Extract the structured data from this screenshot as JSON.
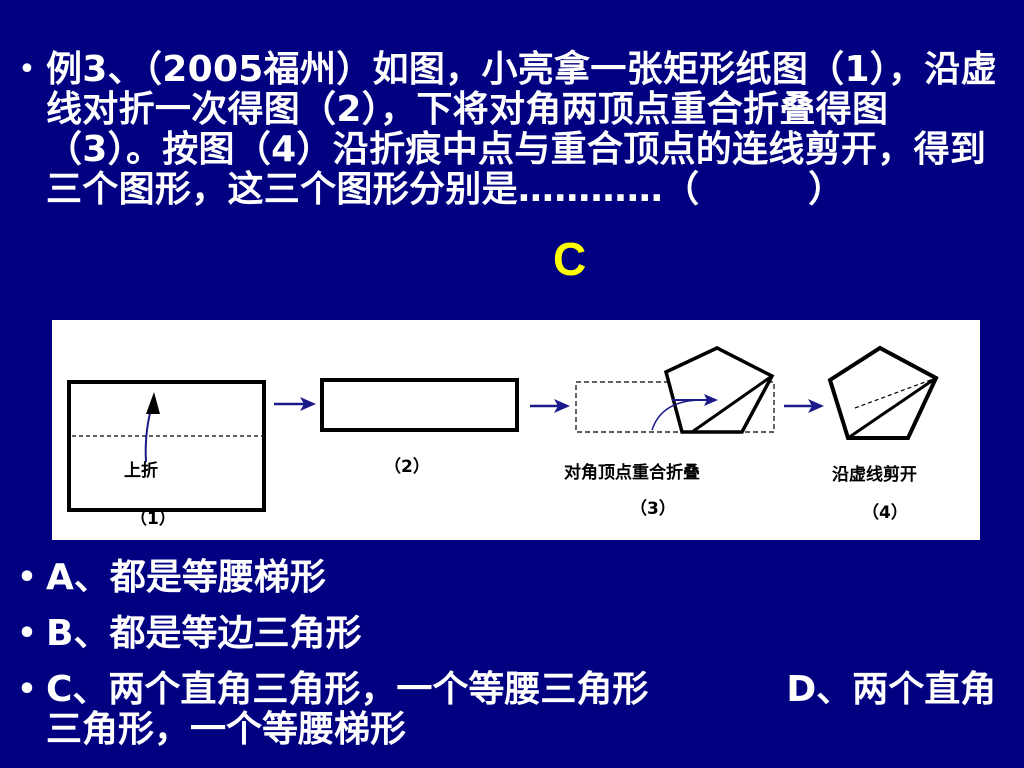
{
  "question": {
    "text": "例3、（2005福州）如图，小亮拿一张矩形纸图（1），沿虚线对折一次得图（2），下将对角两顶点重合折叠得图（3）。按图（4）沿折痕中点与重合顶点的连线剪开，得到三个图形，这三个图形分别是…………（　　　）",
    "answer": "C"
  },
  "figure": {
    "labels": {
      "fold_up": "上折",
      "fig1": "（1）",
      "fig2": "（2）",
      "fig3_caption": "对角顶点重合折叠",
      "fig3": "（3）",
      "fig4_caption": "沿虚线剪开",
      "fig4": "（4）"
    }
  },
  "options": [
    {
      "text": "A、都是等腰梯形"
    },
    {
      "text": "B、都是等边三角形"
    },
    {
      "text": "C、两个直角三角形，一个等腰三角形"
    },
    {
      "text": "D、两个直角三角形，一个等腰梯形"
    }
  ],
  "colors": {
    "background": "#000080",
    "answer": "#ffff00",
    "arrow": "#1a1a8a"
  }
}
